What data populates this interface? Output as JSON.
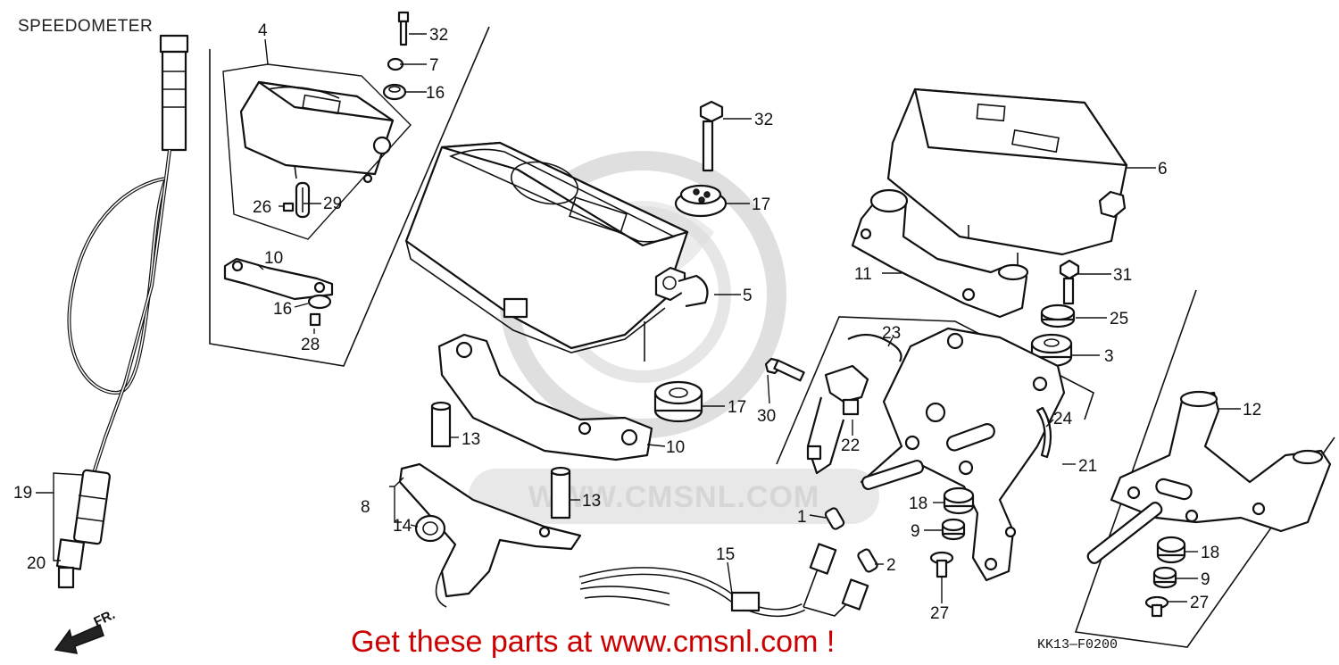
{
  "title": "SPEEDOMETER",
  "diagram_code": "KK13—F0200",
  "direction_label": "FR.",
  "promo_text": "Get these parts at www.cmsnl.com !",
  "watermark_text": "WWW.CMSNL.COM",
  "colors": {
    "promo": "#cc0000",
    "watermark": "#d8d8d8",
    "ink": "#111111"
  },
  "callouts": {
    "c1": "1",
    "c2": "2",
    "c3": "3",
    "c4": "4",
    "c5": "5",
    "c6": "6",
    "c7": "7",
    "c8": "8",
    "c9a": "9",
    "c9b": "9",
    "c10a": "10",
    "c10b": "10",
    "c11": "11",
    "c12": "12",
    "c13a": "13",
    "c13b": "13",
    "c14": "14",
    "c15": "15",
    "c16a": "16",
    "c16b": "16",
    "c17a": "17",
    "c17b": "17",
    "c18a": "18",
    "c18b": "18",
    "c19": "19",
    "c20": "20",
    "c21": "21",
    "c22": "22",
    "c23": "23",
    "c24": "24",
    "c25": "25",
    "c26": "26",
    "c27a": "27",
    "c27b": "27",
    "c28": "28",
    "c29": "29",
    "c30": "30",
    "c31": "31",
    "c32a": "32",
    "c32b": "32"
  }
}
